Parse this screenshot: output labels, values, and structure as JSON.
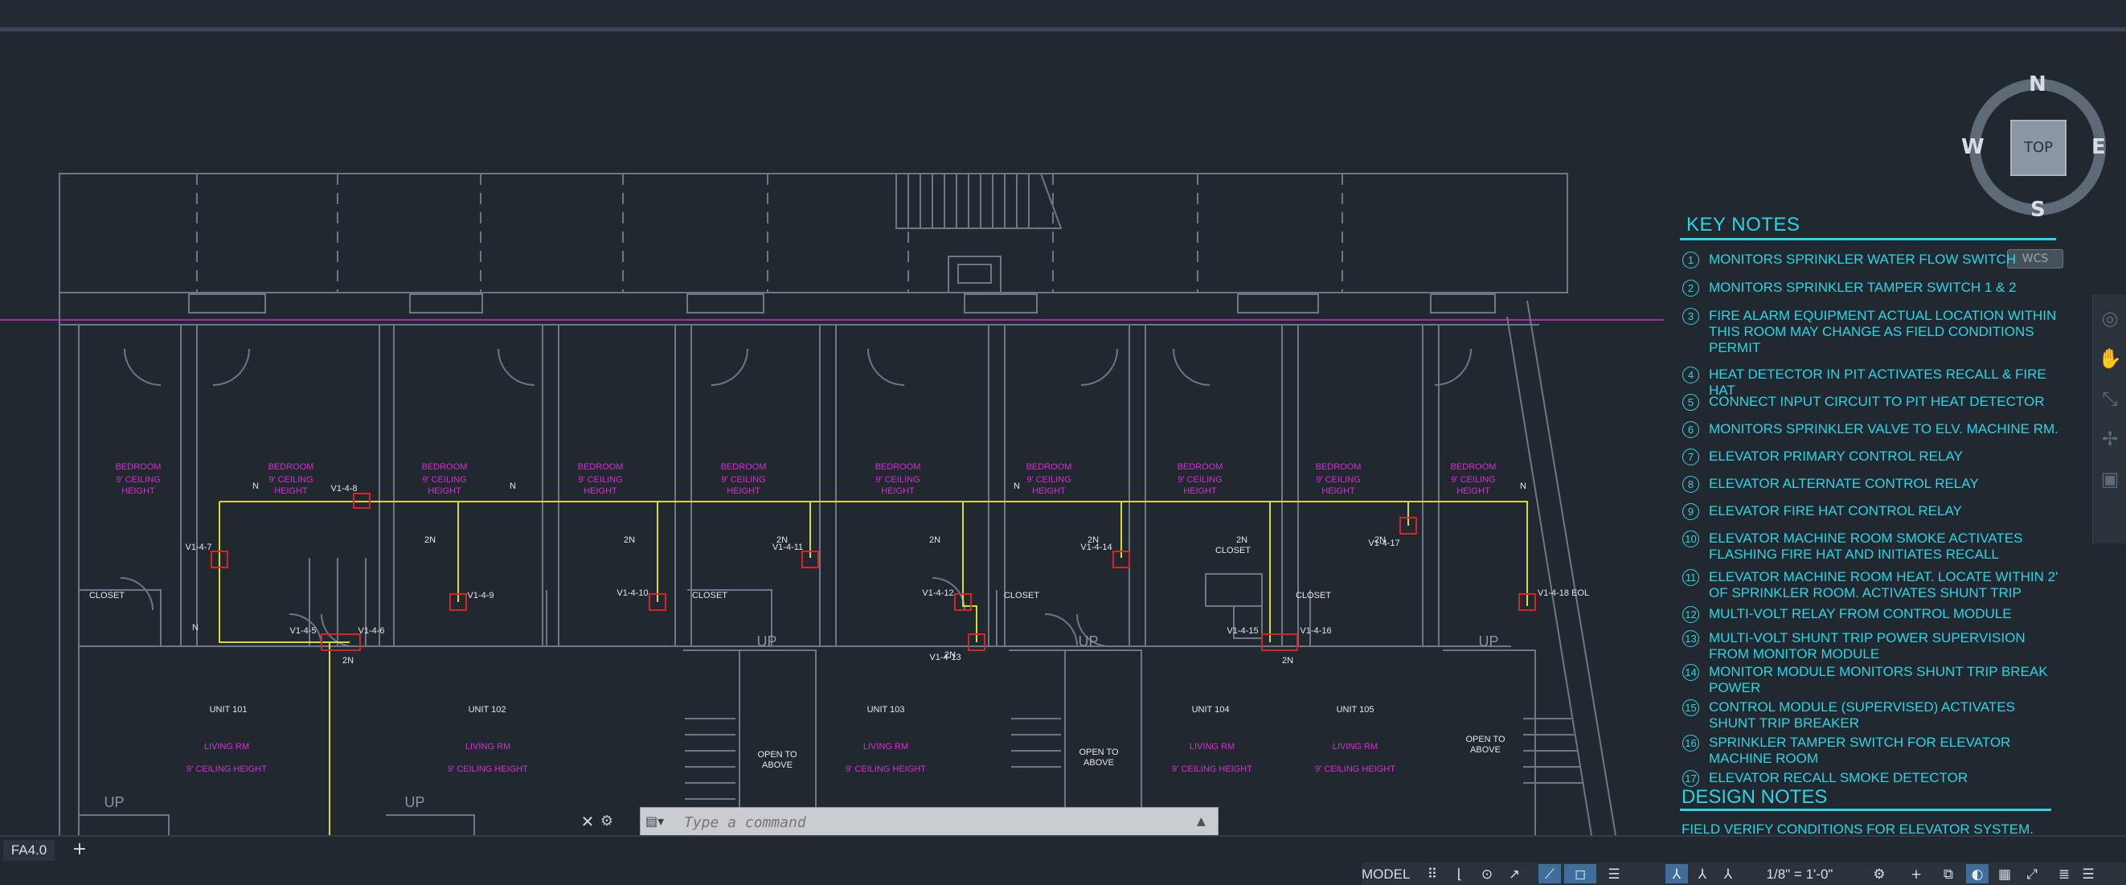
{
  "window": {
    "tab_name": "FA4.0",
    "add_tab": "+"
  },
  "compass": {
    "north": "N",
    "south": "S",
    "east": "E",
    "west": "W",
    "cube_face": "TOP",
    "wcs": "WCS"
  },
  "key_notes": {
    "title": "KEY NOTES",
    "items": [
      {
        "num": "1",
        "text": "MONITORS SPRINKLER WATER FLOW SWITCH"
      },
      {
        "num": "2",
        "text": "MONITORS SPRINKLER TAMPER SWITCH 1 & 2"
      },
      {
        "num": "3",
        "text": "FIRE ALARM EQUIPMENT ACTUAL LOCATION WITHIN THIS ROOM MAY CHANGE AS FIELD CONDITIONS PERMIT"
      },
      {
        "num": "4",
        "text": "HEAT DETECTOR IN PIT ACTIVATES RECALL & FIRE HAT"
      },
      {
        "num": "5",
        "text": "CONNECT INPUT CIRCUIT TO PIT HEAT DETECTOR"
      },
      {
        "num": "6",
        "text": "MONITORS SPRINKLER VALVE TO ELV. MACHINE RM."
      },
      {
        "num": "7",
        "text": "ELEVATOR PRIMARY CONTROL RELAY"
      },
      {
        "num": "8",
        "text": "ELEVATOR ALTERNATE CONTROL RELAY"
      },
      {
        "num": "9",
        "text": "ELEVATOR FIRE HAT CONTROL RELAY"
      },
      {
        "num": "10",
        "text": "ELEVATOR MACHINE ROOM SMOKE ACTIVATES FLASHING FIRE HAT AND INITIATES RECALL"
      },
      {
        "num": "11",
        "text": "ELEVATOR MACHINE ROOM HEAT. LOCATE WITHIN 2' OF SPRINKLER ROOM. ACTIVATES SHUNT TRIP"
      },
      {
        "num": "12",
        "text": "MULTI-VOLT RELAY FROM CONTROL MODULE"
      },
      {
        "num": "13",
        "text": "MULTI-VOLT SHUNT TRIP POWER SUPERVISION FROM MONITOR MODULE"
      },
      {
        "num": "14",
        "text": "MONITOR MODULE MONITORS SHUNT TRIP BREAK POWER"
      },
      {
        "num": "15",
        "text": "CONTROL MODULE (SUPERVISED) ACTIVATES SHUNT TRIP BREAKER"
      },
      {
        "num": "16",
        "text": "SPRINKLER TAMPER SWITCH FOR ELEVATOR MACHINE ROOM"
      },
      {
        "num": "17",
        "text": "ELEVATOR RECALL SMOKE DETECTOR"
      }
    ]
  },
  "design_notes": {
    "title": "DESIGN NOTES",
    "text": "FIELD VERIFY CONDITIONS FOR ELEVATOR SYSTEM."
  },
  "plan": {
    "bedroom_label": "BEDROOM",
    "ceiling_label": "9' CEILING",
    "height_label": "HEIGHT",
    "living_label": "LIVING RM",
    "living_ceiling": "9' CEILING HEIGHT",
    "closet": "CLOSET",
    "open_above_1": "OPEN TO",
    "open_above_2": "ABOVE",
    "up": "UP",
    "north": "N",
    "two_n": "2N",
    "units": [
      "UNIT 101",
      "UNIT 102",
      "UNIT 103",
      "UNIT 104",
      "UNIT 105"
    ],
    "devices": [
      "V1-4-7",
      "V1-4-8",
      "V1-4-9",
      "V1-4-10",
      "V1-4-11",
      "V1-4-12",
      "V1-4-13",
      "V1-4-14",
      "V1-4-15",
      "V1-4-16",
      "V1-4-17",
      "V1-4-18 EOL",
      "V1-4-5",
      "V1-4-6"
    ]
  },
  "command_line": {
    "placeholder": "Type a command"
  },
  "status_bar": {
    "model": "MODEL",
    "scale": "1/8\" = 1'-0\""
  },
  "colors": {
    "cyan": "#28d6e6",
    "magenta": "#d42fd0",
    "yellow": "#d7d83a",
    "red": "#d02828",
    "walls": "#6c7885"
  }
}
